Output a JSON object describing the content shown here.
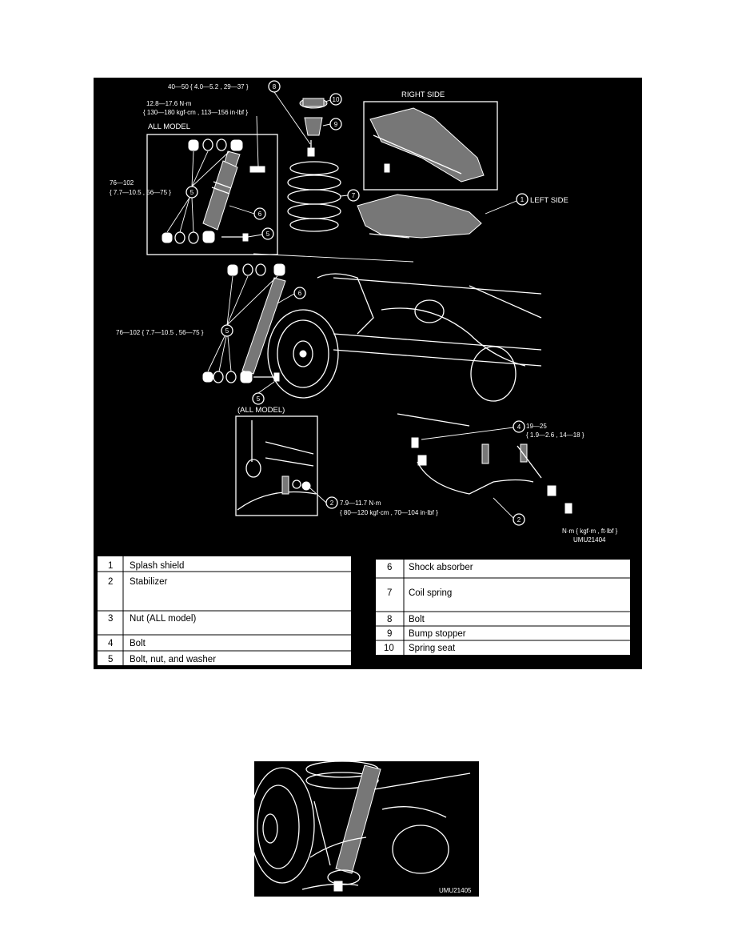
{
  "figure1": {
    "code": "UMU21404",
    "units": "N·m { kgf·m , ft·lbf }",
    "group_label": "ALL MODEL",
    "inset_label": "(ALL MODEL)",
    "right_side_label": "RIGHT SIDE",
    "left_side_label": "LEFT SIDE",
    "torques": {
      "t8": "40—50 { 4.0—5.2 , 29—37 }",
      "t_upper_1": "12.8—17.6 N·m",
      "t_upper_2": "{ 130—180 kgf·cm , 113—156 in·lbf }",
      "t_group_1": "76—102",
      "t_group_2": "{ 7.7—10.5 , 56—75 }",
      "t_shock": "76—102 { 7.7—10.5 , 56—75 }",
      "t4_1": "19—25",
      "t4_2": "{ 1.9—2.6 , 14—18 }",
      "t2_1": "7.9—11.7 N·m",
      "t2_2": "{ 80—120 kgf·cm , 70—104 in·lbf }"
    },
    "callouts": {
      "c1": "1",
      "c2": "2",
      "c4": "4",
      "c5": "5",
      "c6": "6",
      "c7": "7",
      "c8": "8",
      "c9": "9",
      "c10": "10"
    },
    "legend_left": [
      {
        "num": "1",
        "label": "Splash shield"
      },
      {
        "num": "2",
        "label": "Stabilizer"
      },
      {
        "num": "3",
        "label": "Nut (ALL model)"
      },
      {
        "num": "4",
        "label": "Bolt"
      },
      {
        "num": "5",
        "label": "Bolt, nut, and washer"
      }
    ],
    "legend_right": [
      {
        "num": "6",
        "label": "Shock absorber"
      },
      {
        "num": "7",
        "label": "Coil spring"
      },
      {
        "num": "8",
        "label": "Bolt"
      },
      {
        "num": "9",
        "label": "Bump stopper"
      },
      {
        "num": "10",
        "label": "Spring seat"
      }
    ]
  },
  "figure2": {
    "code": "UMU21405"
  },
  "icons": {
    "spring": "coil-spring-icon",
    "shock": "shock-absorber-icon",
    "drum": "brake-drum-icon"
  }
}
